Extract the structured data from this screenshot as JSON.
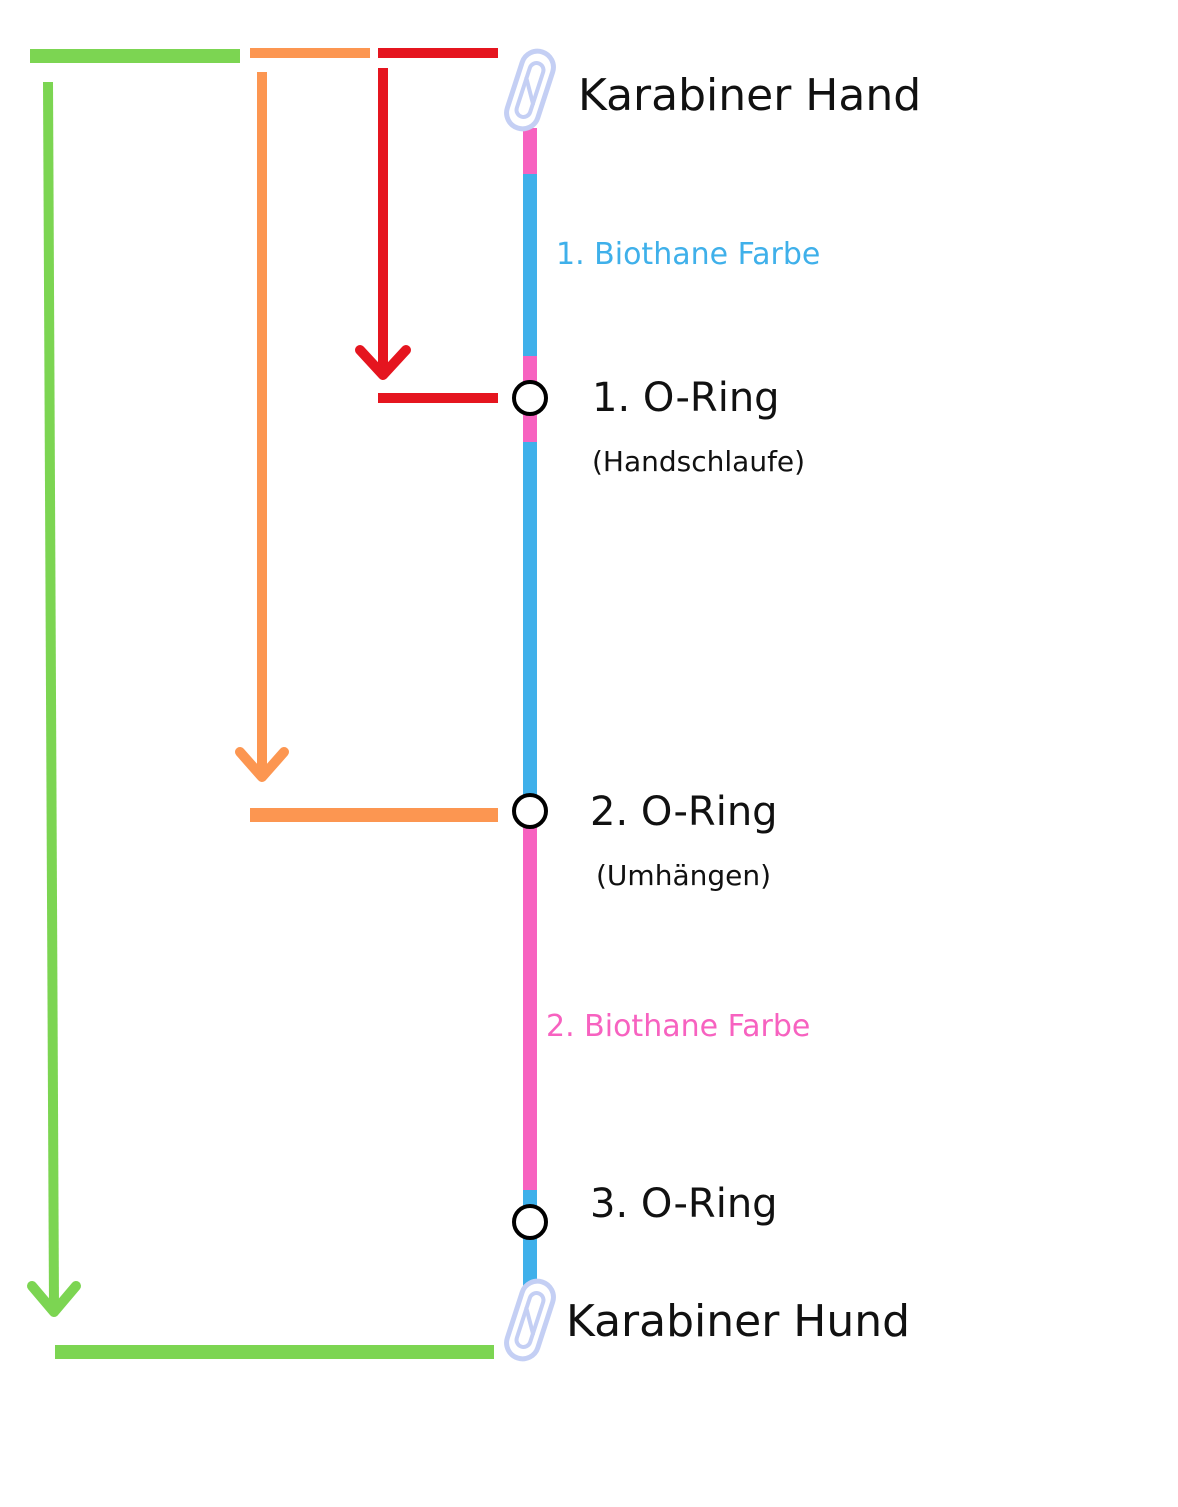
{
  "colors": {
    "segment_color_1": "#3fb0ea",
    "segment_color_2": "#f762c0",
    "marker_red": "#e5151f",
    "marker_orange": "#fc9651",
    "marker_green": "#7cd552",
    "carabiner": "#c4cff4",
    "ring": "#000000"
  },
  "icons": {
    "top": "carabiner-icon",
    "bottom": "carabiner-icon",
    "rings": "o-ring-icon"
  },
  "labels": {
    "karabiner_hand": "Karabiner Hand",
    "color_1": "1. Biothane Farbe",
    "ring_1": "1. O-Ring",
    "ring_1_sub": "(Handschlaufe)",
    "ring_2": "2. O-Ring",
    "ring_2_sub": "(Umhängen)",
    "color_2": "2. Biothane Farbe",
    "ring_3": "3. O-Ring",
    "karabiner_hund": "Karabiner Hund"
  }
}
